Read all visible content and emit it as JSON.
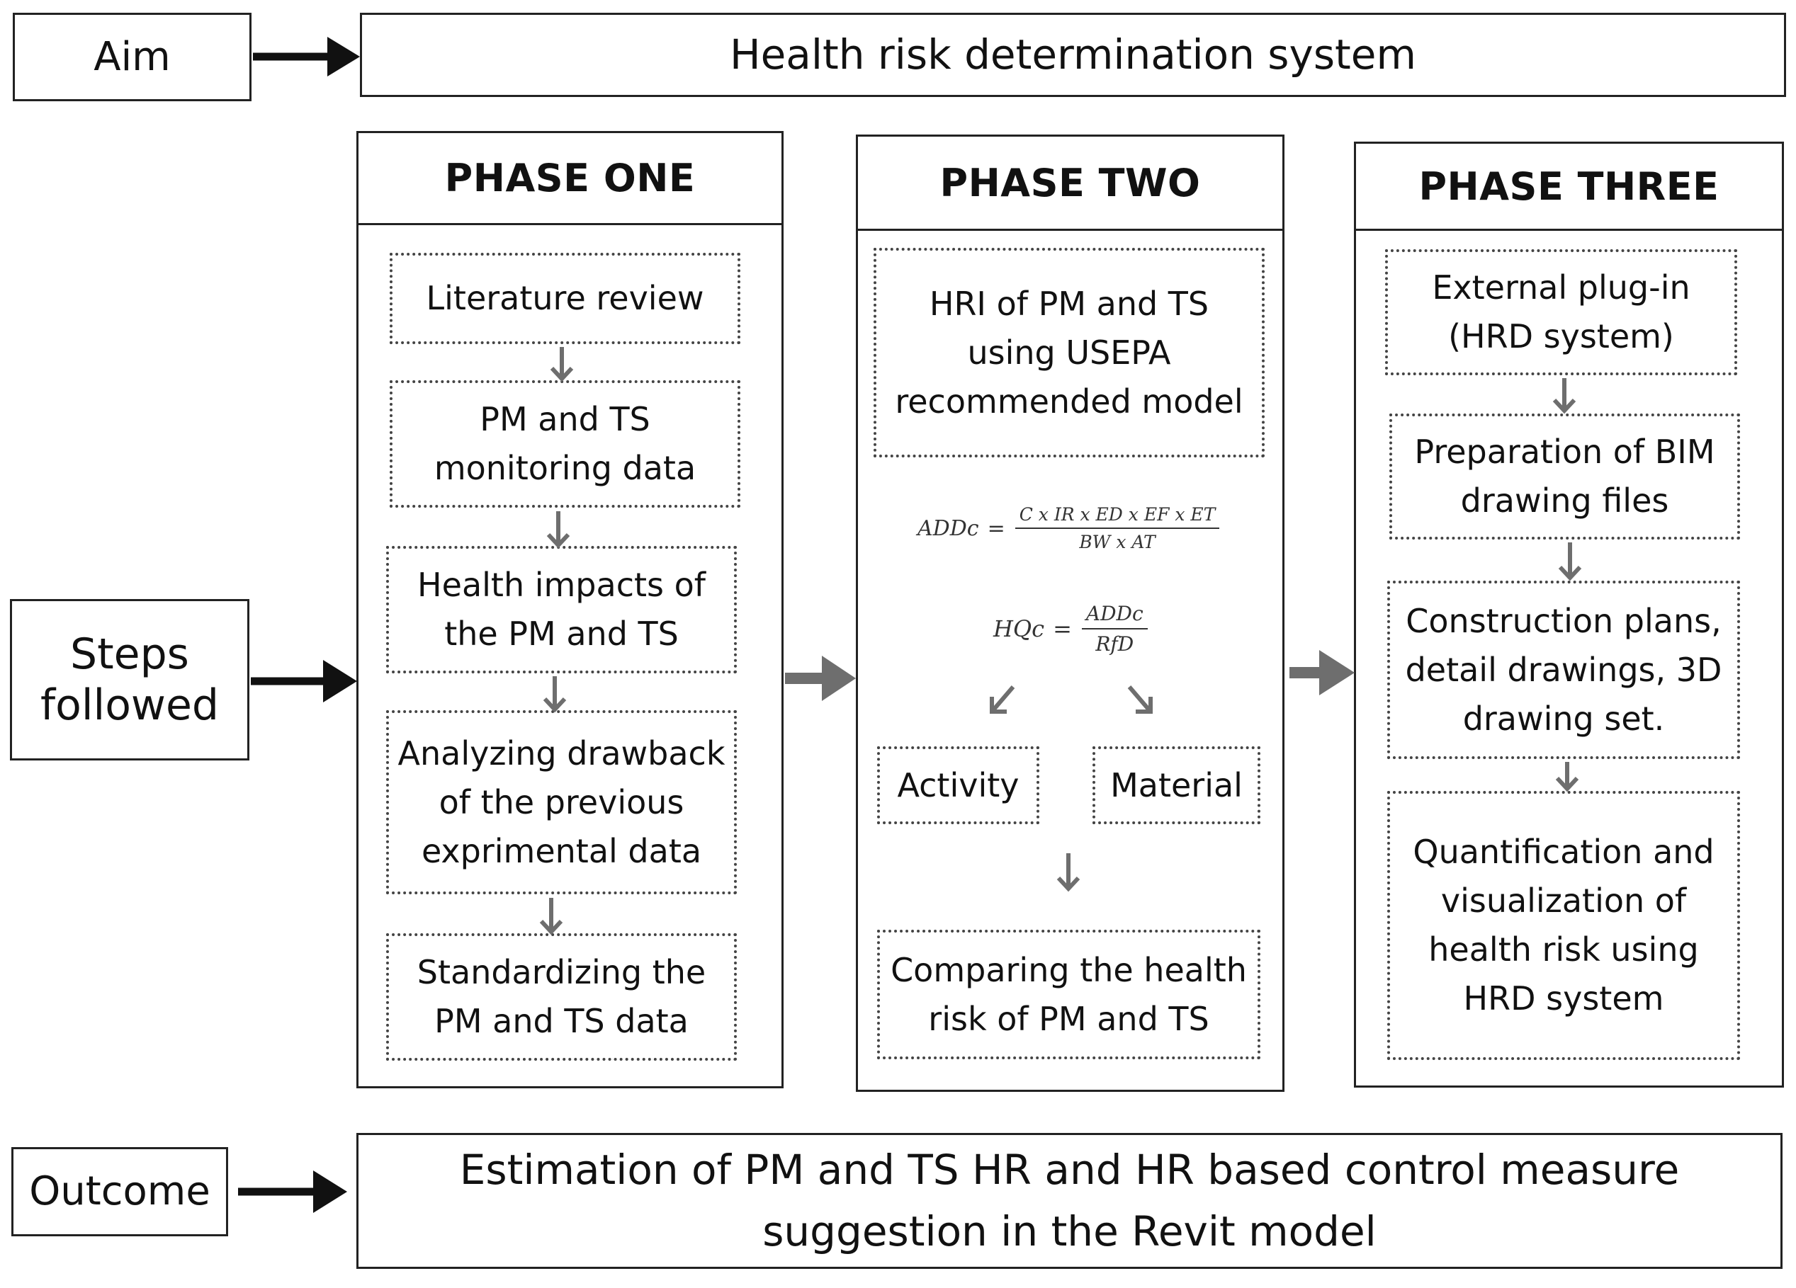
{
  "aim": {
    "label": "Aim",
    "text": "Health risk determination system"
  },
  "steps": {
    "label": "Steps\nfollowed"
  },
  "outcome": {
    "label": "Outcome",
    "text": "Estimation of PM and TS HR and HR based control measure\nsuggestion in the Revit model"
  },
  "phases": [
    {
      "title": "PHASE ONE",
      "steps": [
        "Literature review",
        "PM and TS\nmonitoring data",
        "Health impacts of\nthe PM and TS",
        "Analyzing drawback\nof the previous\nexprimental data",
        "Standardizing the\nPM and TS data"
      ]
    },
    {
      "title": "PHASE TWO",
      "steps": [
        "HRI of PM and TS\nusing USEPA\nrecommended model",
        "Activity",
        "Material",
        "Comparing the health\nrisk of PM and TS"
      ],
      "formula1": {
        "lhs": "ADDc",
        "numerator": "C x IR x ED x EF x ET",
        "denominator": "BW x AT"
      },
      "formula2": {
        "lhs": "HQc",
        "numerator": "ADDc",
        "denominator": "RfD"
      }
    },
    {
      "title": "PHASE THREE",
      "steps": [
        "External plug-in\n(HRD system)",
        "Preparation of BIM\ndrawing files",
        "Construction plans,\ndetail drawings, 3D\ndrawing set.",
        "Quantification and\nvisualization of\nhealth risk using\nHRD system"
      ]
    }
  ],
  "colors": {
    "border": "#222222",
    "dotted": "#444444",
    "black_arrow": "#111111",
    "grey_arrow": "#6e6e6e"
  }
}
